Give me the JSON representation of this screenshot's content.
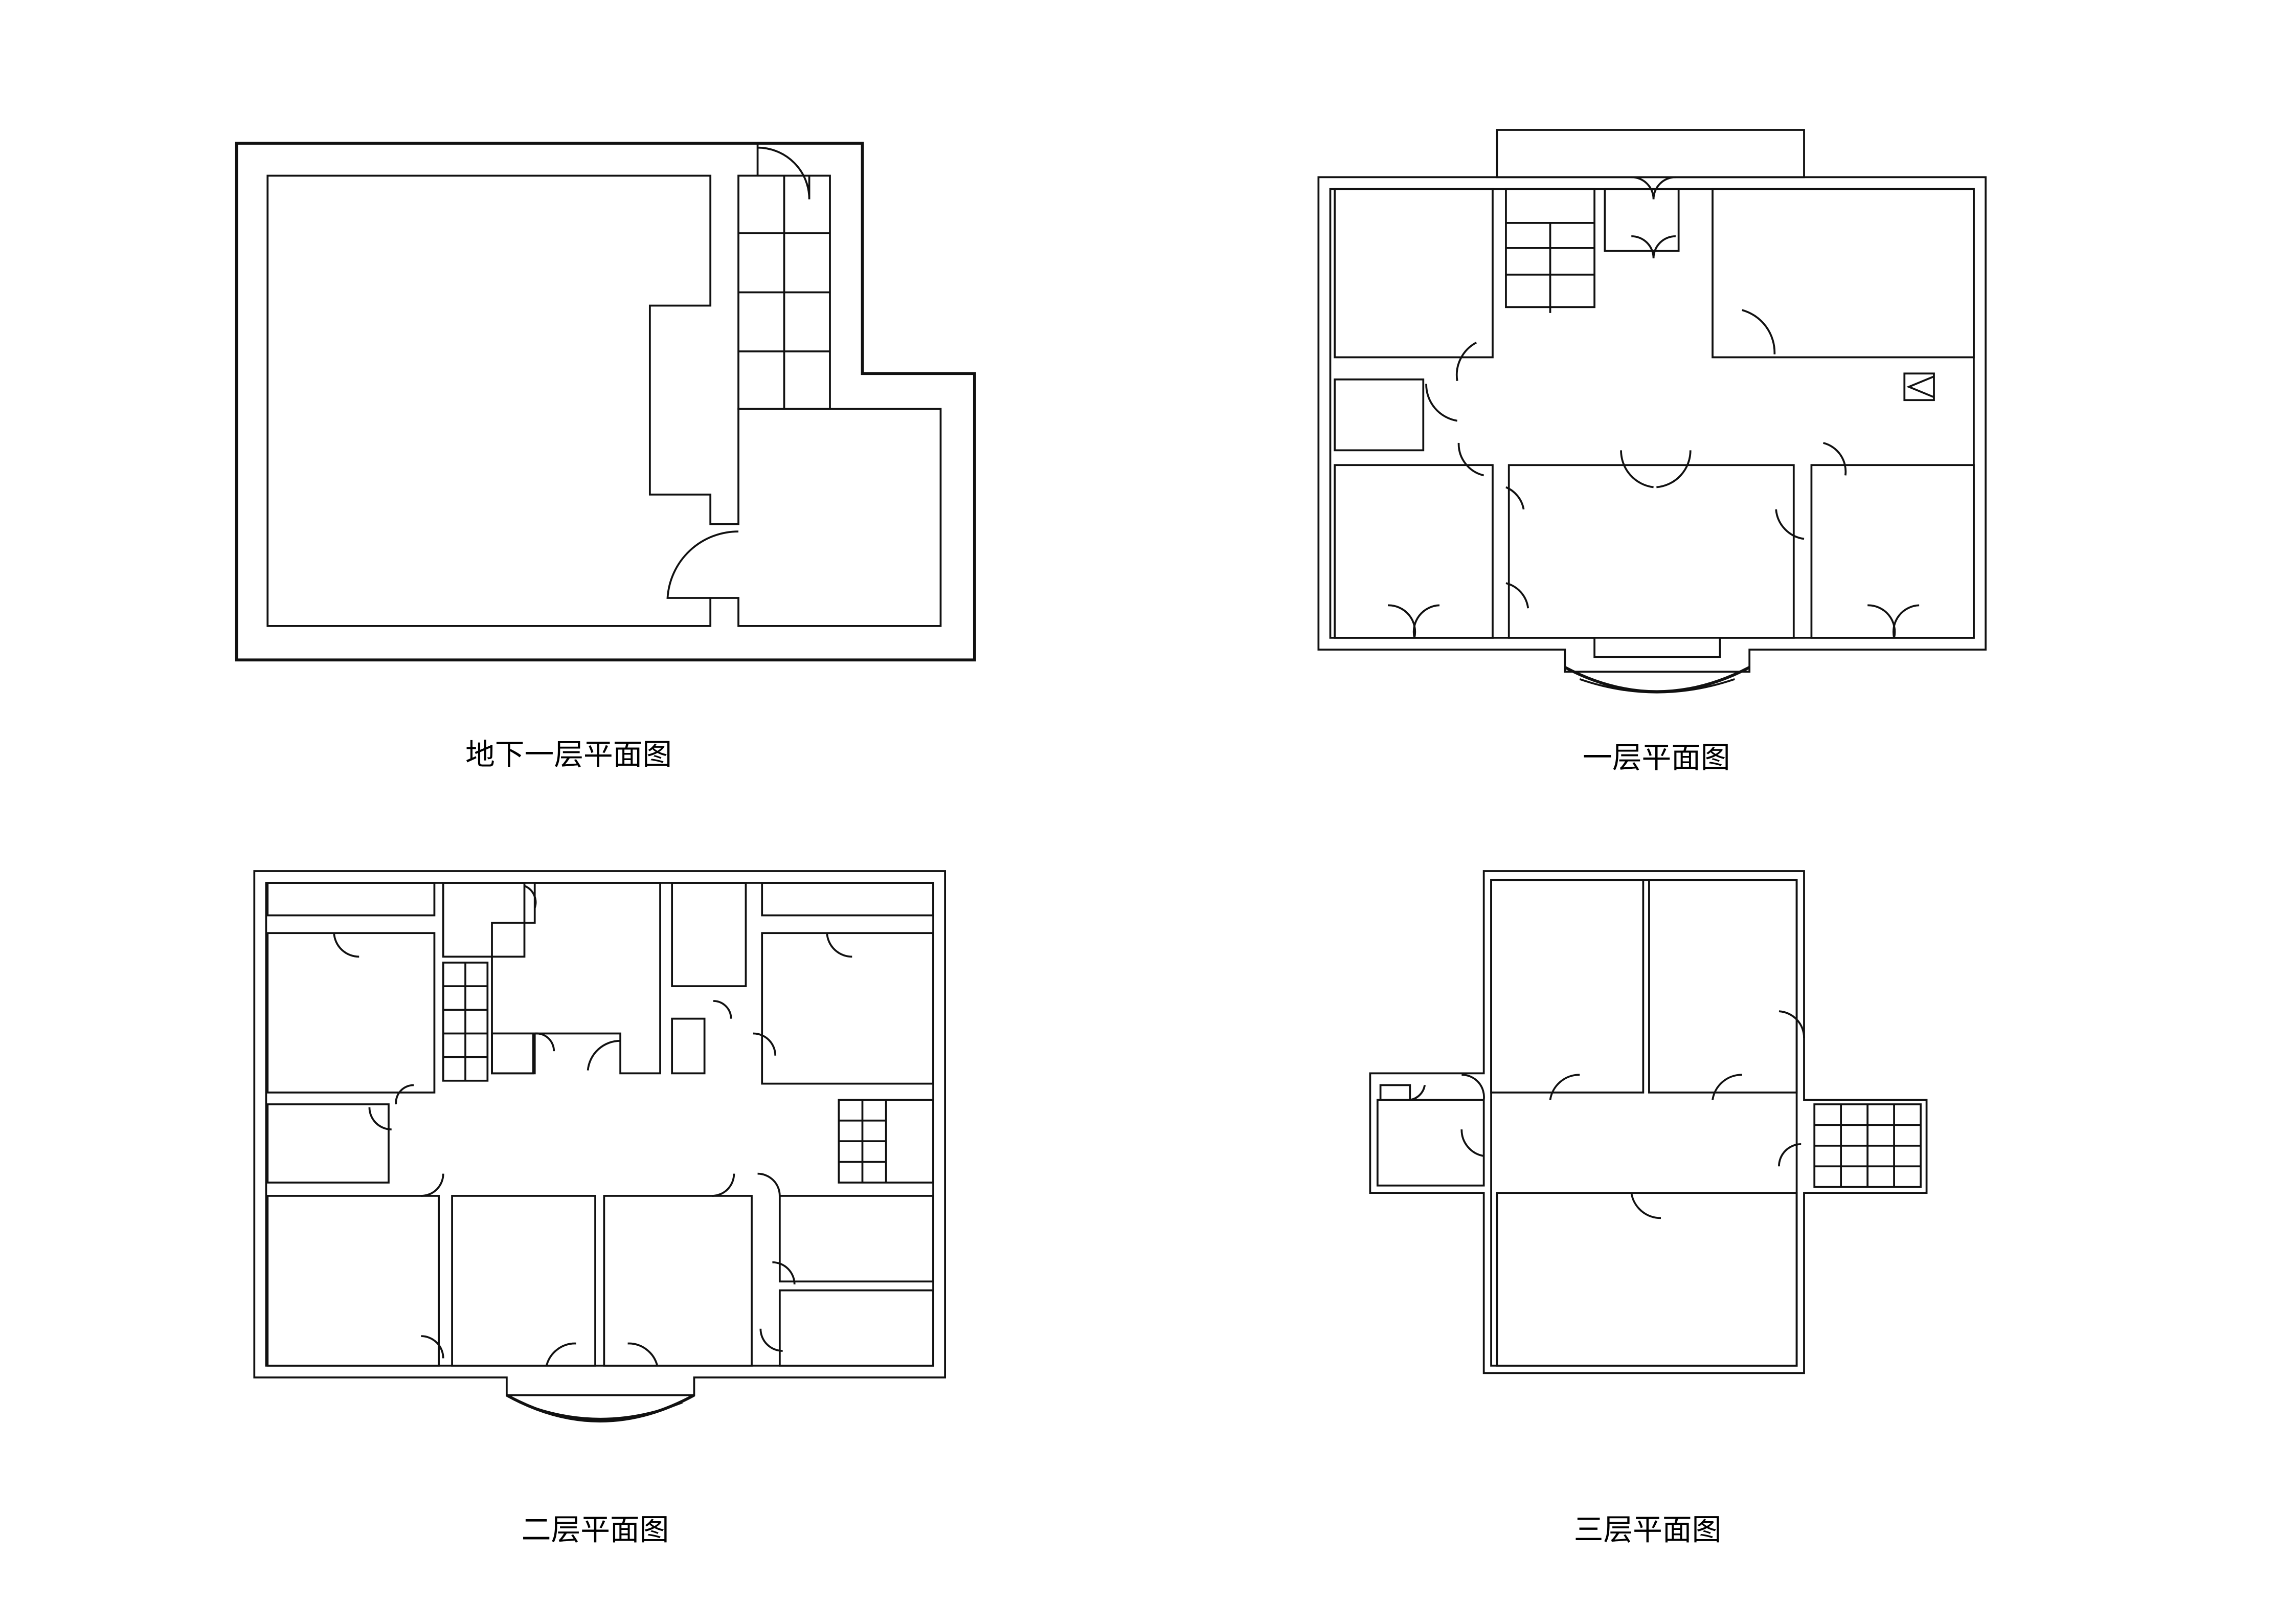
{
  "plans": [
    {
      "id": "basement",
      "label": "地下一层平面图"
    },
    {
      "id": "floor1",
      "label": "一层平面图"
    },
    {
      "id": "floor2",
      "label": "二层平面图"
    },
    {
      "id": "floor3",
      "label": "三层平面图"
    }
  ],
  "colors": {
    "line": "#111111",
    "background": "#ffffff"
  }
}
